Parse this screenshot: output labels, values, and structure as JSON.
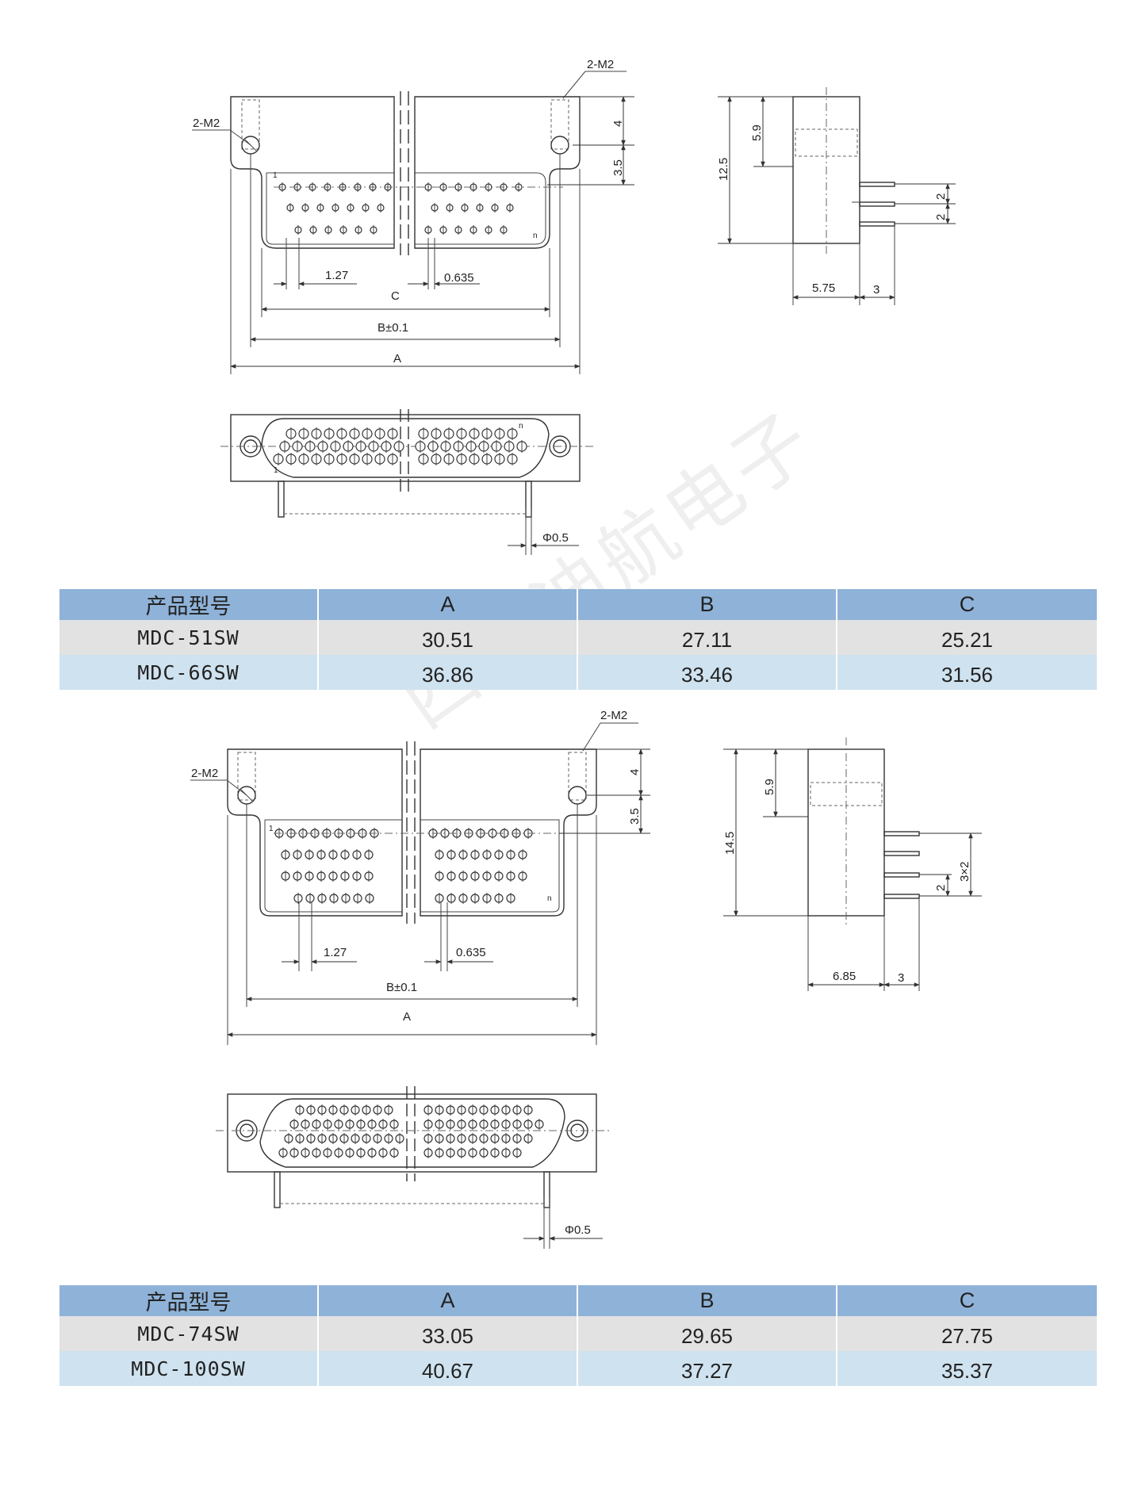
{
  "drawing1": {
    "callout_m2_right": "2-M2",
    "callout_m2_left": "2-M2",
    "dim_4": "4",
    "dim_3_5": "3.5",
    "dim_pitch": "1.27",
    "dim_offset": "0.635",
    "dim_c": "C",
    "dim_b": "B±0.1",
    "dim_a": "A",
    "pin_first": "1",
    "pin_last": "n",
    "dim_phi": "Φ0.5",
    "side_5_9": "5.9",
    "side_12_5": "12.5",
    "side_2a": "2",
    "side_2b": "2",
    "side_5_75": "5.75",
    "side_3": "3"
  },
  "table1": {
    "headers": [
      "产品型号",
      "A",
      "B",
      "C"
    ],
    "rows": [
      [
        "MDC-51SW",
        "30.51",
        "27.11",
        "25.21"
      ],
      [
        "MDC-66SW",
        "36.86",
        "33.46",
        "31.56"
      ]
    ]
  },
  "drawing2": {
    "callout_m2_right": "2-M2",
    "callout_m2_left": "2-M2",
    "dim_4": "4",
    "dim_3_5": "3.5",
    "dim_pitch": "1.27",
    "dim_offset": "0.635",
    "dim_b": "B±0.1",
    "dim_a": "A",
    "pin_first": "1",
    "pin_last": "n",
    "dim_phi": "Φ0.5",
    "side_5_9": "5.9",
    "side_14_5": "14.5",
    "side_3x2": "3×2",
    "side_2": "2",
    "side_6_85": "6.85",
    "side_3": "3"
  },
  "table2": {
    "headers": [
      "产品型号",
      "A",
      "B",
      "C"
    ],
    "rows": [
      [
        "MDC-74SW",
        "33.05",
        "29.65",
        "27.75"
      ],
      [
        "MDC-100SW",
        "40.67",
        "37.27",
        "35.37"
      ]
    ]
  },
  "watermark": "西安迪航电子"
}
